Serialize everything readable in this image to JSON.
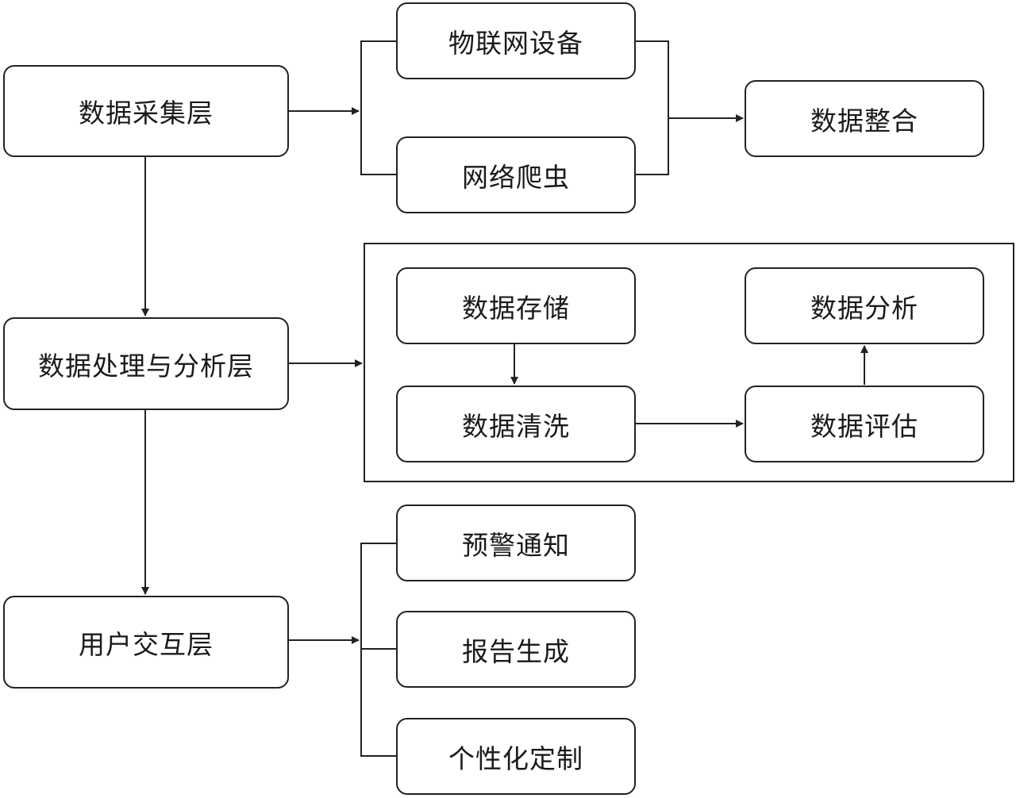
{
  "diagram": {
    "layers": {
      "collection": "数据采集层",
      "processing": "数据处理与分析层",
      "interaction": "用户交互层"
    },
    "collection_sources": {
      "iot": "物联网设备",
      "crawler": "网络爬虫"
    },
    "integration": "数据整合",
    "processing_steps": {
      "storage": "数据存储",
      "cleaning": "数据清洗",
      "evaluation": "数据评估",
      "analysis": "数据分析"
    },
    "interaction_outputs": {
      "alert": "预警通知",
      "report": "报告生成",
      "custom": "个性化定制"
    },
    "colors": {
      "stroke": "#222222",
      "text": "#1a1a1a",
      "background": "#ffffff"
    }
  }
}
